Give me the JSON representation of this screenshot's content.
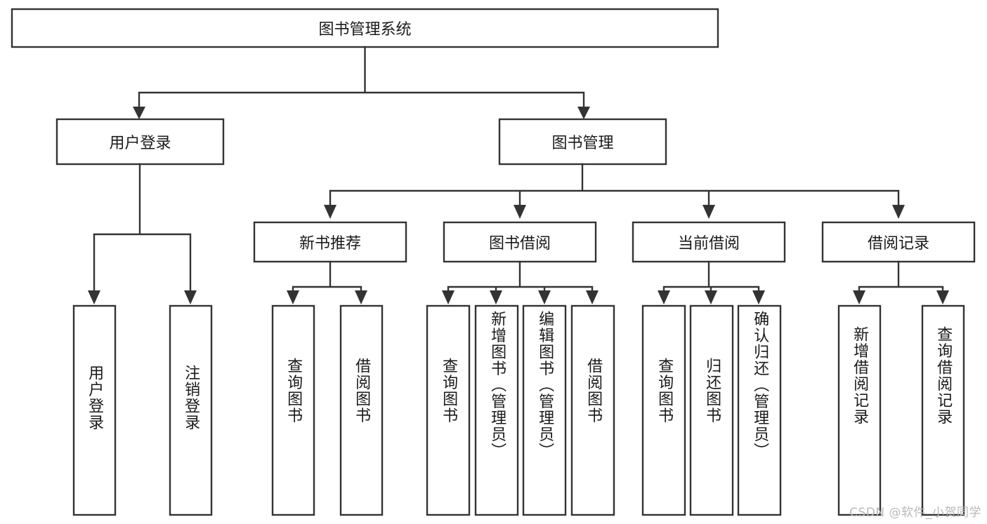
{
  "diagram": {
    "title": "图书管理系统",
    "type": "tree-hierarchy-diagram",
    "watermark": "CSDN @软件_小贺同学",
    "colors": {
      "box_stroke": "#333333",
      "box_fill": "#ffffff",
      "connector": "#333333",
      "text": "#1a1a1a",
      "watermark": "#b9b9b9",
      "background": "#ffffff"
    },
    "root": {
      "label": "图书管理系统"
    },
    "level2": [
      {
        "label": "用户登录"
      },
      {
        "label": "图书管理"
      }
    ],
    "level3": [
      {
        "label": "新书推荐"
      },
      {
        "label": "图书借阅"
      },
      {
        "label": "当前借阅"
      },
      {
        "label": "借阅记录"
      }
    ],
    "leaves": {
      "user_login": [
        {
          "label": "用户登录"
        },
        {
          "label": "注销登录"
        }
      ],
      "new_book_recommend": [
        {
          "label": "查询图书"
        },
        {
          "label": "借阅图书"
        }
      ],
      "book_borrow": [
        {
          "label": "查询图书"
        },
        {
          "label": "新增图书（管理员）"
        },
        {
          "label": "编辑图书（管理员）"
        },
        {
          "label": "借阅图书"
        }
      ],
      "current_borrow": [
        {
          "label": "查询图书"
        },
        {
          "label": "归还图书"
        },
        {
          "label": "确认归还（管理员）"
        }
      ],
      "borrow_record": [
        {
          "label": "新增借阅记录"
        },
        {
          "label": "查询借阅记录"
        }
      ]
    }
  }
}
